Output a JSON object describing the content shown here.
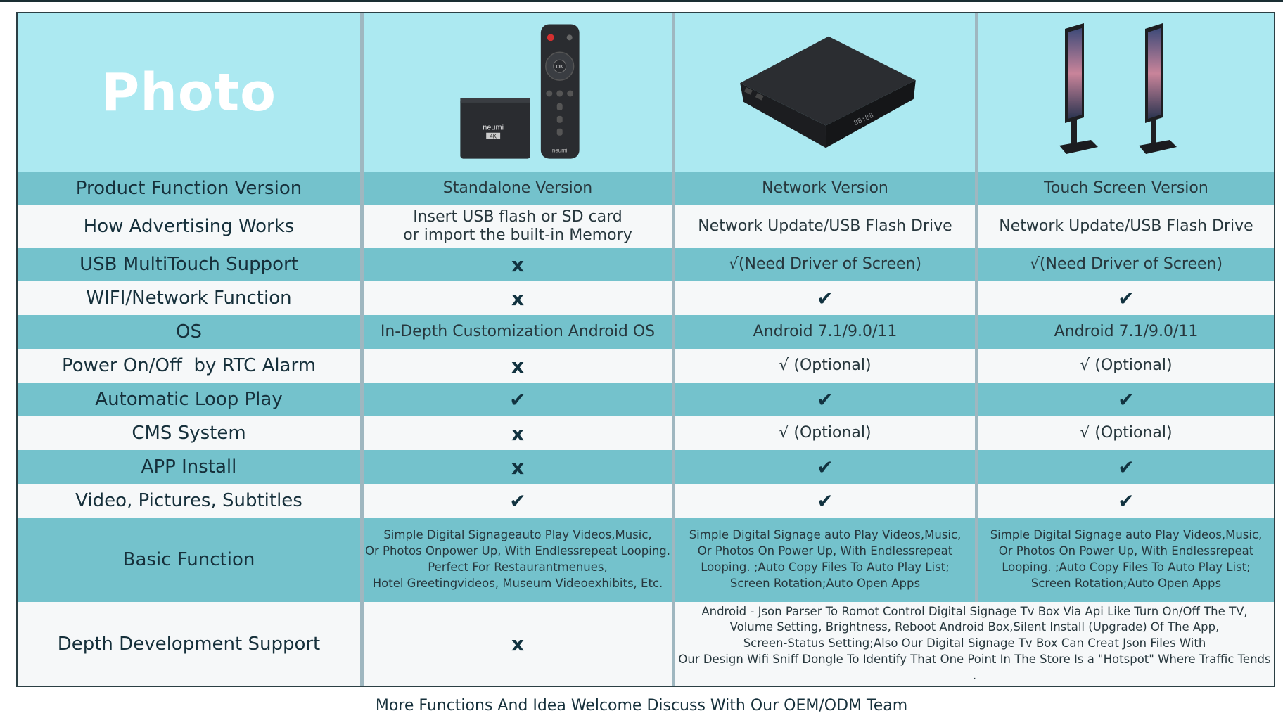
{
  "header": {
    "title": "Photo",
    "standalone_logo_text": "neumi",
    "standalone_badge": "4K",
    "remote_logo_text": "neumi",
    "remote_ok": "OK",
    "box_display": "88:88"
  },
  "columns": [
    "Standalone Version",
    "Network Version",
    "Touch Screen Version"
  ],
  "rows": [
    {
      "label": "Product Function Version",
      "cells": [
        "Standalone Version",
        "Network Version",
        "Touch Screen Version"
      ]
    },
    {
      "label": "How Advertising Works",
      "cells": [
        "Insert USB flash or SD card\nor import the built-in Memory",
        "Network Update/USB Flash Drive",
        "Network Update/USB Flash Drive"
      ]
    },
    {
      "label": "USB MultiTouch Support",
      "cells": [
        "x",
        "√(Need Driver of Screen)",
        "√(Need Driver of Screen)"
      ]
    },
    {
      "label": "WIFI/Network Function",
      "cells": [
        "x",
        "✔",
        "✔"
      ]
    },
    {
      "label": "OS",
      "cells": [
        "In-Depth Customization Android OS",
        "Android 7.1/9.0/11",
        "Android 7.1/9.0/11"
      ]
    },
    {
      "label": "Power On/Off  by RTC Alarm",
      "cells": [
        "x",
        "√ (Optional)",
        "√ (Optional)"
      ]
    },
    {
      "label": "Automatic Loop Play",
      "cells": [
        "✔",
        "✔",
        "✔"
      ]
    },
    {
      "label": "CMS System",
      "cells": [
        "x",
        "√ (Optional)",
        "√ (Optional)"
      ]
    },
    {
      "label": "APP Install",
      "cells": [
        "x",
        "✔",
        "✔"
      ]
    },
    {
      "label": "Video, Pictures, Subtitles",
      "cells": [
        "✔",
        "✔",
        "✔"
      ]
    },
    {
      "label": "Basic Function",
      "cells": [
        "Simple Digital Signageauto Play Videos,Music,\nOr Photos Onpower Up, With Endlessrepeat Looping.\nPerfect For Restaurantmenues,\nHotel Greetingvideos, Museum Videoexhibits, Etc.",
        "Simple Digital Signage auto Play Videos,Music,\nOr Photos On Power Up, With Endlessrepeat\nLooping. ;Auto Copy Files To Auto Play List;\nScreen Rotation;Auto Open Apps",
        "Simple Digital Signage auto Play Videos,Music,\nOr Photos On Power Up, With Endlessrepeat\nLooping. ;Auto Copy Files To Auto Play List;\nScreen Rotation;Auto Open Apps"
      ]
    },
    {
      "label": "Depth Development Support",
      "cells": [
        "x",
        "Android - Json Parser To  Romot Control Digital Signage Tv Box Via Api Like Turn On/Off The TV,\nVolume Setting, Brightness, Reboot Android Box,Silent Install (Upgrade) Of The App,\nScreen-Status Setting;Also Our Digital Signage Tv Box Can Creat Json Files With\nOur Design Wifi Sniff Dongle To  Identify That One Point In The Store Is a \"Hotspot\" Where Traffic Tends ."
      ]
    }
  ],
  "footer": "More Functions And Idea Welcome Discuss With Our OEM/ODM Team",
  "colors": {
    "header_bg": "#ace9f1",
    "dark_row": "#74c2cc",
    "light_row": "#f6f8f9",
    "text": "#16303b"
  }
}
